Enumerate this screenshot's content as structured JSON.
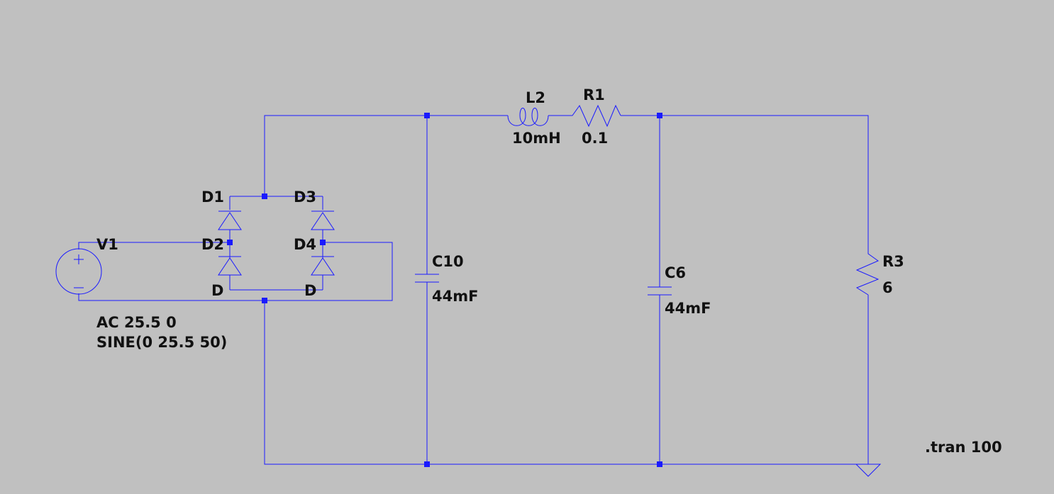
{
  "schematic": {
    "source": {
      "name": "V1",
      "ac_value": "AC 25.5 0",
      "sine_value": "SINE(0 25.5 50)"
    },
    "diodes": {
      "d1": {
        "name": "D1",
        "model": "D"
      },
      "d2": {
        "name": "D2",
        "model": "D"
      },
      "d3": {
        "name": "D3",
        "model": "D"
      },
      "d4": {
        "name": "D4",
        "model": "D"
      }
    },
    "c10": {
      "name": "C10",
      "value": "44mF"
    },
    "l2": {
      "name": "L2",
      "value": "10mH"
    },
    "r1": {
      "name": "R1",
      "value": "0.1"
    },
    "c6": {
      "name": "C6",
      "value": "44mF"
    },
    "r3": {
      "name": "R3",
      "value": "6"
    },
    "directive": ".tran 100"
  },
  "colors": {
    "background": "#c0c0c0",
    "wire": "#1a1aff",
    "text": "#111111"
  }
}
